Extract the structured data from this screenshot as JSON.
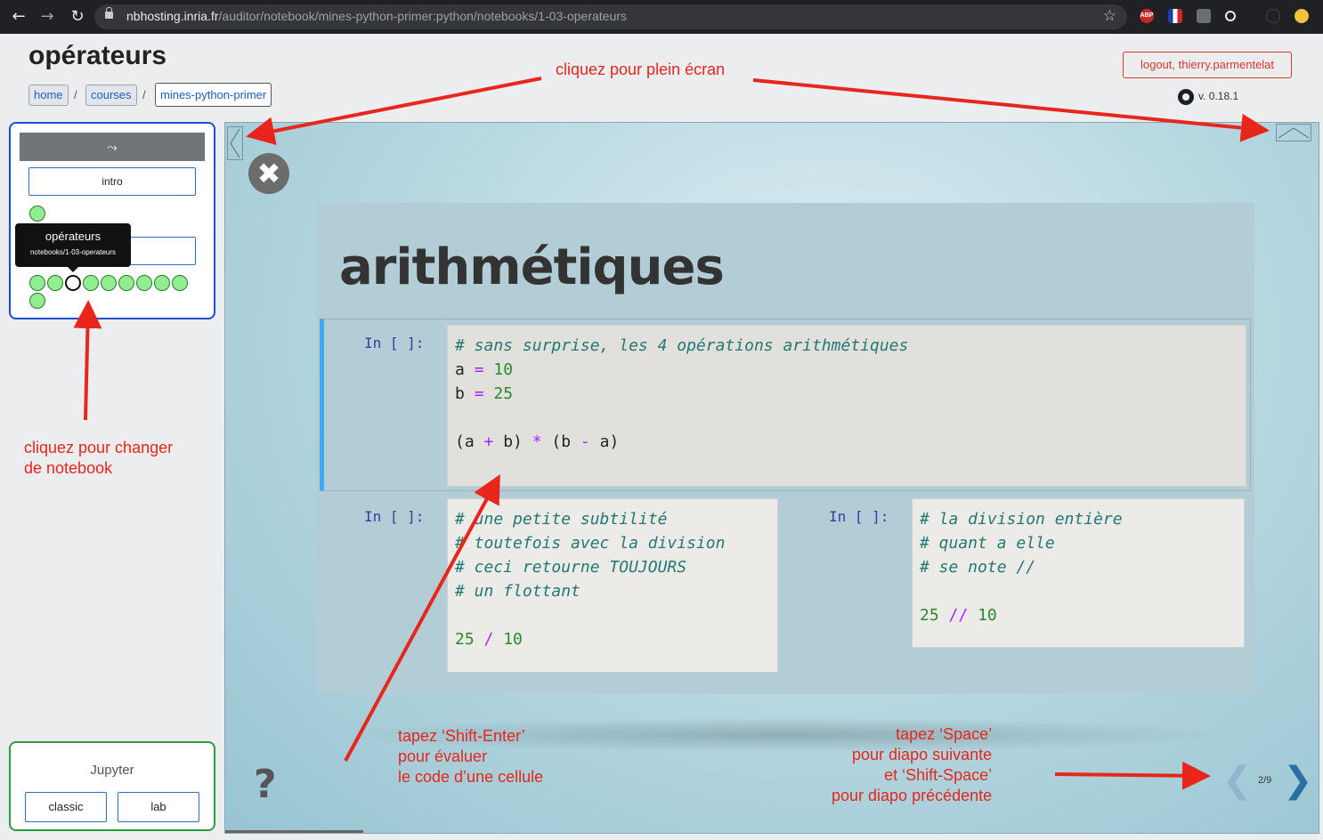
{
  "browser": {
    "url_host": "nbhosting.inria.fr",
    "url_path": "/auditor/notebook/mines-python-primer:python/notebooks/1-03-operateurs",
    "back_icon": "←",
    "forward_icon": "→",
    "reload_icon": "↻",
    "star_icon": "☆",
    "abp_label": "ABP"
  },
  "header": {
    "title": "opérateurs",
    "breadcrumb": [
      "home",
      "courses",
      "mines-python-primer"
    ],
    "logout": "logout, thierry.parmentelat",
    "version": "v. 0.18.1"
  },
  "sidebar": {
    "head_symbol": "⤳",
    "section_intro": "intro",
    "tooltip_title": "opérateurs",
    "tooltip_subtitle": "notebooks/1-03-operateurs",
    "jupyter_title": "Jupyter",
    "jupyter_buttons": [
      "classic",
      "lab"
    ]
  },
  "slide": {
    "heading": "arithmétiques",
    "prompt": "In [ ]:",
    "close_icon": "✖",
    "help_icon": "?",
    "prev_icon": "❮",
    "next_icon": "❯",
    "counter": "2/9"
  },
  "annotations": {
    "fullscreen": "cliquez pour plein écran",
    "change_notebook": "cliquez pour changer\nde notebook",
    "shift_enter": "tapez ‘Shift-Enter’\npour évaluer\nle code d’une cellule",
    "space": "tapez ‘Space’\npour diapo suivante\net ‘Shift-Space’\npour diapo précédente"
  },
  "colors": {
    "annotation": "#e8261b",
    "panel_border": "#1d4dd8",
    "jupyter_border": "#2e9b3c",
    "dot_fill": "#90ee90",
    "cell_selected_bar": "#42a5f5"
  }
}
